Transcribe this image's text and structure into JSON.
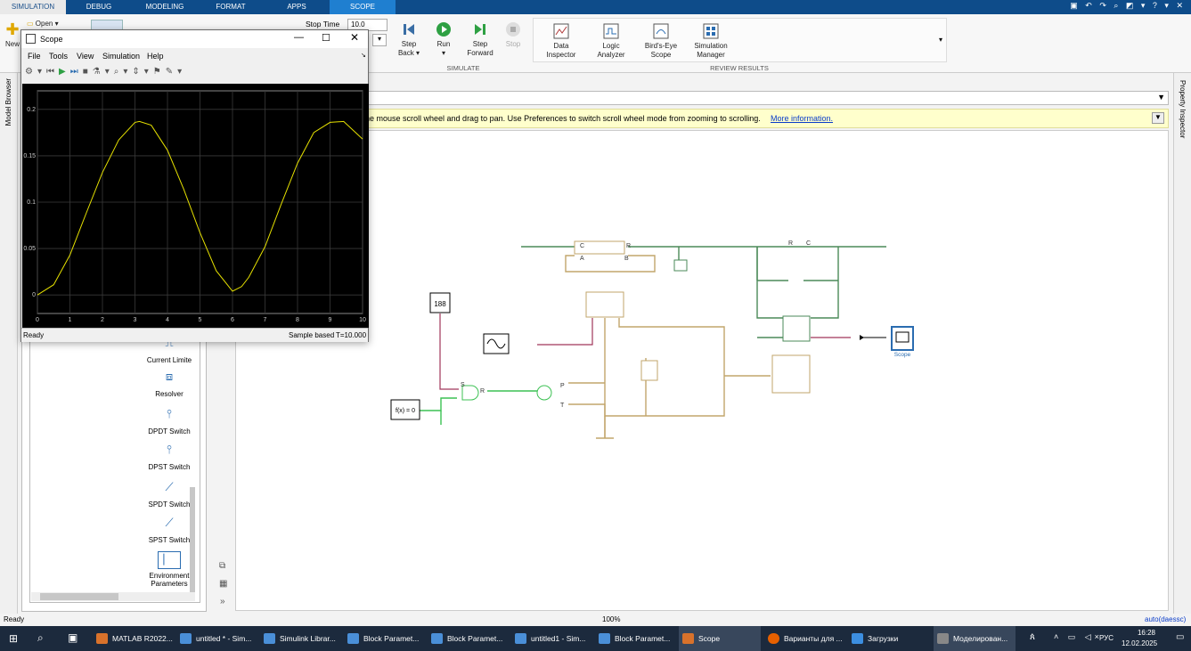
{
  "tabs": [
    "SIMULATION",
    "DEBUG",
    "MODELING",
    "FORMAT",
    "APPS",
    "SCOPE"
  ],
  "ribbon": {
    "new_label": "New",
    "open_label": "Open",
    "stop_time_label": "Stop Time",
    "stop_time_value": "10.0",
    "step_back": [
      "Step",
      "Back"
    ],
    "run": "Run",
    "step_forward": [
      "Step",
      "Forward"
    ],
    "stop": "Stop",
    "simulate_group": "SIMULATE",
    "data_inspector": [
      "Data",
      "Inspector"
    ],
    "logic_analyzer": [
      "Logic",
      "Analyzer"
    ],
    "birds_eye": [
      "Bird's-Eye",
      "Scope"
    ],
    "sim_manager": [
      "Simulation",
      "Manager"
    ],
    "review_group": "REVIEW RESULTS"
  },
  "side": {
    "model_browser": "Model Browser",
    "property_inspector": "Property Inspector"
  },
  "library": {
    "items": [
      "Current Limite",
      "Resolver",
      "DPDT Switch",
      "DPST Switch",
      "SPDT Switch",
      "SPST Switch",
      "Environment",
      "Parameters"
    ]
  },
  "banner": {
    "text": "he mouse scroll wheel and drag to pan. Use Preferences to switch scroll wheel mode from zooming to scrolling.",
    "link": "More information."
  },
  "diagram": {
    "constant": "188",
    "fcn": "f(x) = 0",
    "scope_label": "Scope",
    "labels": {
      "C": "C",
      "R": "R",
      "A": "A",
      "B": "B",
      "S": "S",
      "P": "P",
      "T": "T"
    }
  },
  "scope": {
    "title": "Scope",
    "menus": [
      "File",
      "Tools",
      "View",
      "Simulation",
      "Help"
    ],
    "status_left": "Ready",
    "sample": "Sample based",
    "time": "T=10.000"
  },
  "chart_data": {
    "type": "line",
    "title": "",
    "xlim": [
      0,
      10
    ],
    "ylim": [
      -0.02,
      0.22
    ],
    "x_ticks": [
      "0",
      "1",
      "2",
      "3",
      "4",
      "5",
      "6",
      "7",
      "8",
      "9",
      "10"
    ],
    "y_ticks": [
      "0",
      "0.05",
      "0.1",
      "0.15",
      "0.2"
    ],
    "grid": true,
    "series": [
      {
        "color": "#e5e000",
        "x": [
          0,
          0.5,
          1,
          1.5,
          2,
          2.5,
          3,
          3.14,
          3.5,
          4,
          4.5,
          5,
          5.5,
          6,
          6.28,
          6.5,
          7,
          7.5,
          8,
          8.5,
          9,
          9.42,
          10
        ],
        "y": [
          0,
          0.011,
          0.043,
          0.088,
          0.132,
          0.167,
          0.186,
          0.187,
          0.183,
          0.156,
          0.114,
          0.067,
          0.026,
          0.004,
          0.009,
          0.019,
          0.052,
          0.098,
          0.142,
          0.175,
          0.186,
          0.187,
          0.168
        ]
      }
    ]
  },
  "status": {
    "left": "Ready",
    "zoom": "100%",
    "solver": "auto(daessc)"
  },
  "taskbar": {
    "items": [
      "MATLAB R2022...",
      "untitled * - Sim...",
      "Simulink Librar...",
      "Block Paramet...",
      "Block Paramet...",
      "untitled1 - Sim...",
      "Block Paramet...",
      "Scope",
      "Варианты для ...",
      "Загрузки",
      "Моделирован..."
    ],
    "lang": "РУС",
    "time": "16:28",
    "date": "12.02.2025"
  },
  "colors": {
    "accent": "#0e4c8a",
    "hydraulic": "#c2a56b",
    "mechanical": "#4b8a58",
    "signal": "#a0365a",
    "physical": "#3cc153"
  }
}
